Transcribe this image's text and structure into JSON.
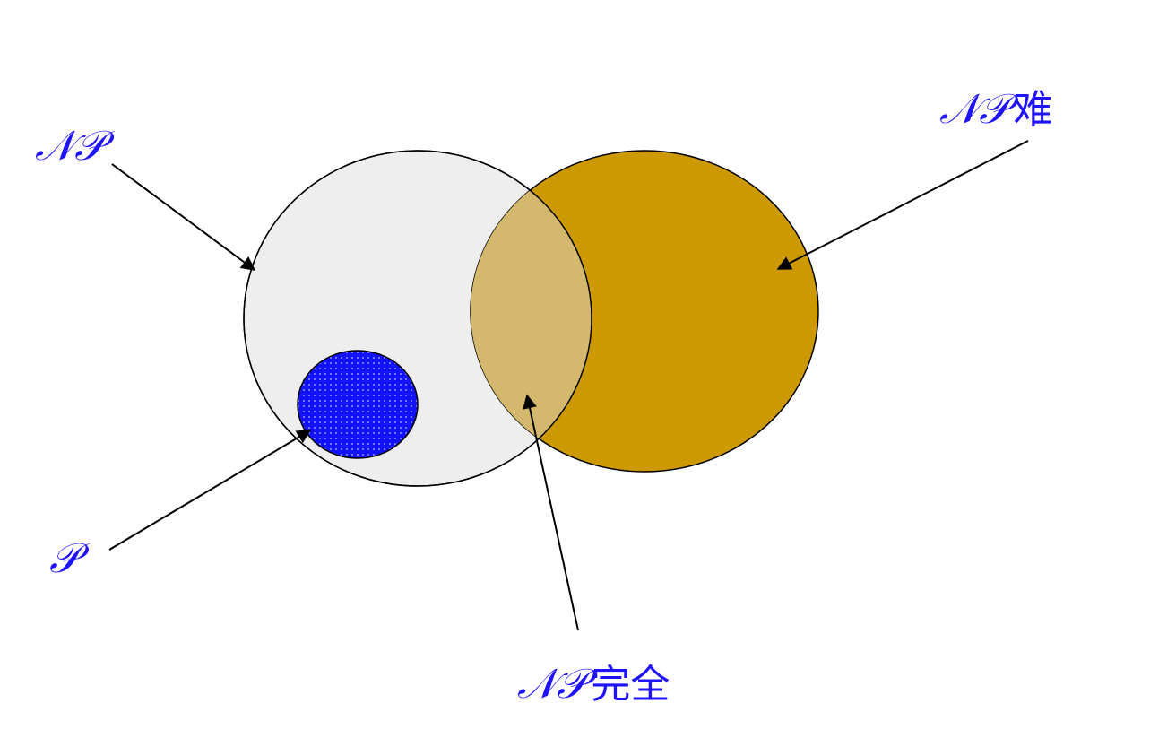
{
  "labels": {
    "np": "𝒩𝒫",
    "np_hard_prefix": "𝒩𝒫",
    "np_hard_suffix": "难",
    "p": "𝒫",
    "np_complete_prefix": "𝒩𝒫",
    "np_complete_suffix": "完全"
  },
  "colors": {
    "np_region": "#eeeeee",
    "np_hard_region": "#cc9900",
    "overlap_region": "#d3b86d",
    "p_region": "#1212ff",
    "p_dots": "#8f95ff",
    "outline": "#000000",
    "label_text": "#1f12ff"
  }
}
